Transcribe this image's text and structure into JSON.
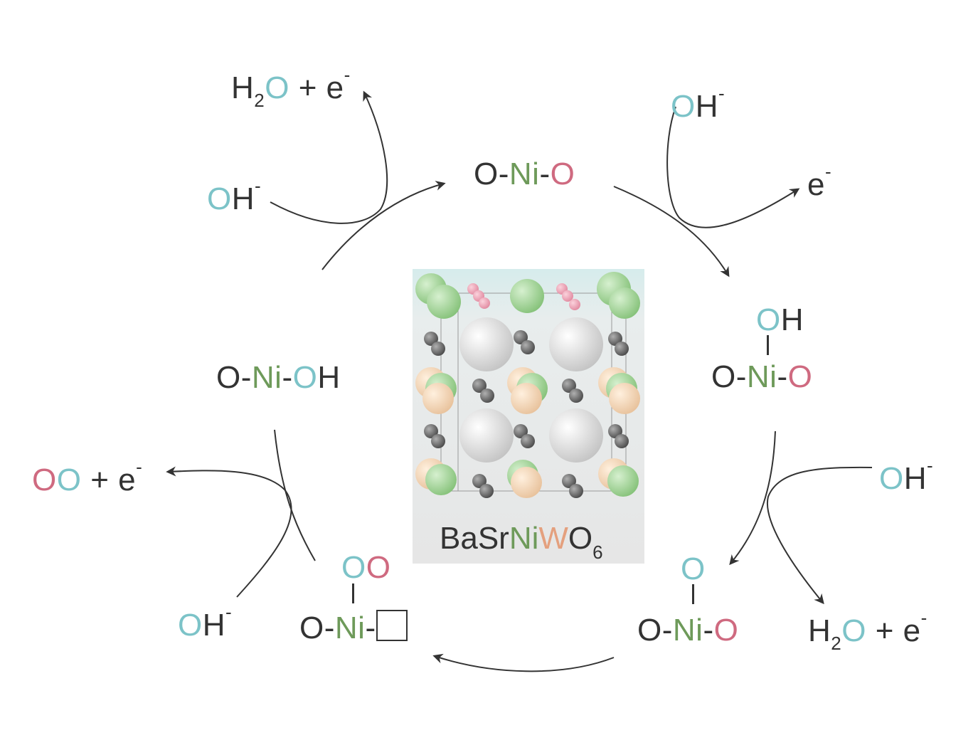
{
  "colors": {
    "ink": "#333333",
    "oxygen_cyan": "#7cc3c8",
    "oxygen_pink": "#cf6a80",
    "nickel_green": "#6e9a5a",
    "tungsten_orange": "#e4a07e",
    "atom_green": "#a8d59c",
    "atom_pink": "#eea0b2",
    "atom_peach": "#f3d8b8",
    "atom_white": "#e2e2e2",
    "atom_dark": "#6a6a6a"
  },
  "crystal": {
    "formula": {
      "ba": "Ba",
      "sr": "Sr",
      "ni": "Ni",
      "w": "W",
      "o": "O",
      "o_sub": "6"
    }
  },
  "intermediates": {
    "top": {
      "o1": "O",
      "dash1": "-",
      "ni": "Ni",
      "dash2": "-",
      "o2": "O"
    },
    "right_top": {
      "o_top": "O",
      "h_top": "H",
      "o1": "O",
      "dash1": "-",
      "ni": "Ni",
      "dash2": "-",
      "o2": "O"
    },
    "right_bottom": {
      "o_top": "O",
      "o1": "O",
      "dash1": "-",
      "ni": "Ni",
      "dash2": "-",
      "o2": "O"
    },
    "bottom_left": {
      "o_top1": "O",
      "o_top2": "O",
      "o1": "O",
      "dash1": "-",
      "ni": "Ni",
      "dash2": "-"
    },
    "left": {
      "o1": "O",
      "dash1": "-",
      "ni": "Ni",
      "dash2": "-",
      "o2": "O",
      "h": "H"
    }
  },
  "species": {
    "top_left_product": {
      "h": "H",
      "sub": "2",
      "o": "O",
      "plus": "+ e",
      "sup": "-"
    },
    "top_left_reactant": {
      "o": "O",
      "h": "H",
      "sup": "-"
    },
    "top_right_reactant": {
      "o": "O",
      "h": "H",
      "sup": "-"
    },
    "top_right_product": {
      "e": "e",
      "sup": "-"
    },
    "right_reactant": {
      "o": "O",
      "h": "H",
      "sup": "-"
    },
    "right_product": {
      "h": "H",
      "sub": "2",
      "o": "O",
      "plus": "+ e",
      "sup": "-"
    },
    "left_product": {
      "o1": "O",
      "o2": "O",
      "plus": "+ e",
      "sup": "-"
    },
    "left_reactant": {
      "o": "O",
      "h": "H",
      "sup": "-"
    }
  }
}
